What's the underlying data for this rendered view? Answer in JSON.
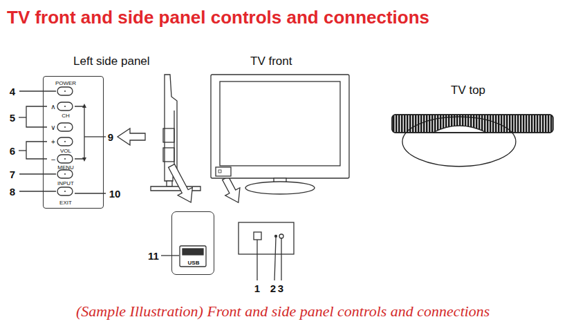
{
  "diagram": {
    "title": "TV front and side panel controls and connections",
    "caption": "(Sample Illustration) Front and side panel controls and connections",
    "nodes": [
      {
        "text": [
          "POWER",
          "∧",
          "CH",
          "∨",
          "+",
          "VOL",
          "–",
          "MENU",
          "INPUT",
          "EXIT"
        ]
      },
      {
        "text": [
          "USB"
        ]
      }
    ],
    "labels": [
      "Left side panel",
      "TV front",
      "TV top",
      "4",
      "5",
      "6",
      "7",
      "8",
      "9",
      "10",
      "11",
      "1",
      "2",
      "3"
    ]
  }
}
